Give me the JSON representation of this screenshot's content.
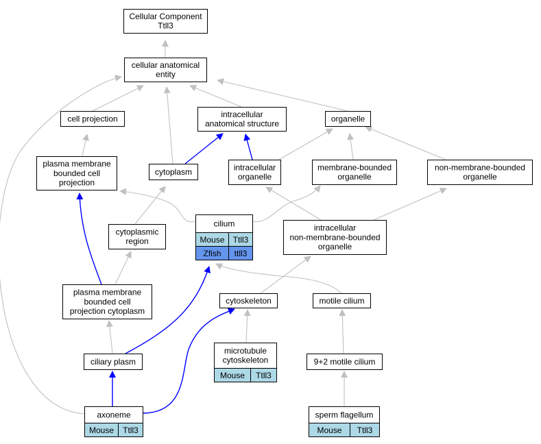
{
  "colors": {
    "gray_edge": "#c0c0c0",
    "blue_edge": "#0000ff",
    "mouse_fill": "#add8e6",
    "zfish_fill": "#6495ed",
    "node_stroke": "#000000",
    "node_fill": "#ffffff"
  },
  "nodes": {
    "cc_root": {
      "lines": [
        "Cellular Component",
        "Ttll3"
      ]
    },
    "cae": {
      "lines": [
        "cellular anatomical",
        "entity"
      ]
    },
    "cell_projection": {
      "lines": [
        "cell projection"
      ]
    },
    "ias": {
      "lines": [
        "intracellular",
        "anatomical structure"
      ]
    },
    "organelle": {
      "lines": [
        "organelle"
      ]
    },
    "pmbcp": {
      "lines": [
        "plasma membrane",
        "bounded cell",
        "projection"
      ]
    },
    "cytoplasm": {
      "lines": [
        "cytoplasm"
      ]
    },
    "intra_org": {
      "lines": [
        "intracellular",
        "organelle"
      ]
    },
    "mem_org": {
      "lines": [
        "membrane-bounded",
        "organelle"
      ]
    },
    "nonmem_org": {
      "lines": [
        "non-membrane-bounded",
        "organelle"
      ]
    },
    "cilium": {
      "lines": [
        "cilium"
      ],
      "rows": [
        [
          "Mouse",
          "Ttll3"
        ],
        [
          "Zfish",
          "ttll3"
        ]
      ]
    },
    "cyto_region": {
      "lines": [
        "cytoplasmic",
        "region"
      ]
    },
    "inmbo": {
      "lines": [
        "intracellular",
        "non-membrane-bounded",
        "organelle"
      ]
    },
    "pmbcpc": {
      "lines": [
        "plasma membrane",
        "bounded cell",
        "projection cytoplasm"
      ]
    },
    "cytoskeleton": {
      "lines": [
        "cytoskeleton"
      ]
    },
    "motile_cilium": {
      "lines": [
        "motile cilium"
      ]
    },
    "ciliary_plasm": {
      "lines": [
        "ciliary plasm"
      ]
    },
    "mt_cytoskeleton": {
      "lines": [
        "microtubule",
        "cytoskeleton"
      ],
      "rows": [
        [
          "Mouse",
          "Ttll3"
        ]
      ]
    },
    "nine_two": {
      "lines": [
        "9+2 motile cilium"
      ]
    },
    "axoneme": {
      "lines": [
        "axoneme"
      ],
      "rows": [
        [
          "Mouse",
          "Ttll3"
        ]
      ]
    },
    "sperm_flagellum": {
      "lines": [
        "sperm flagellum"
      ],
      "rows": [
        [
          "Mouse",
          "Ttll3"
        ]
      ]
    }
  }
}
